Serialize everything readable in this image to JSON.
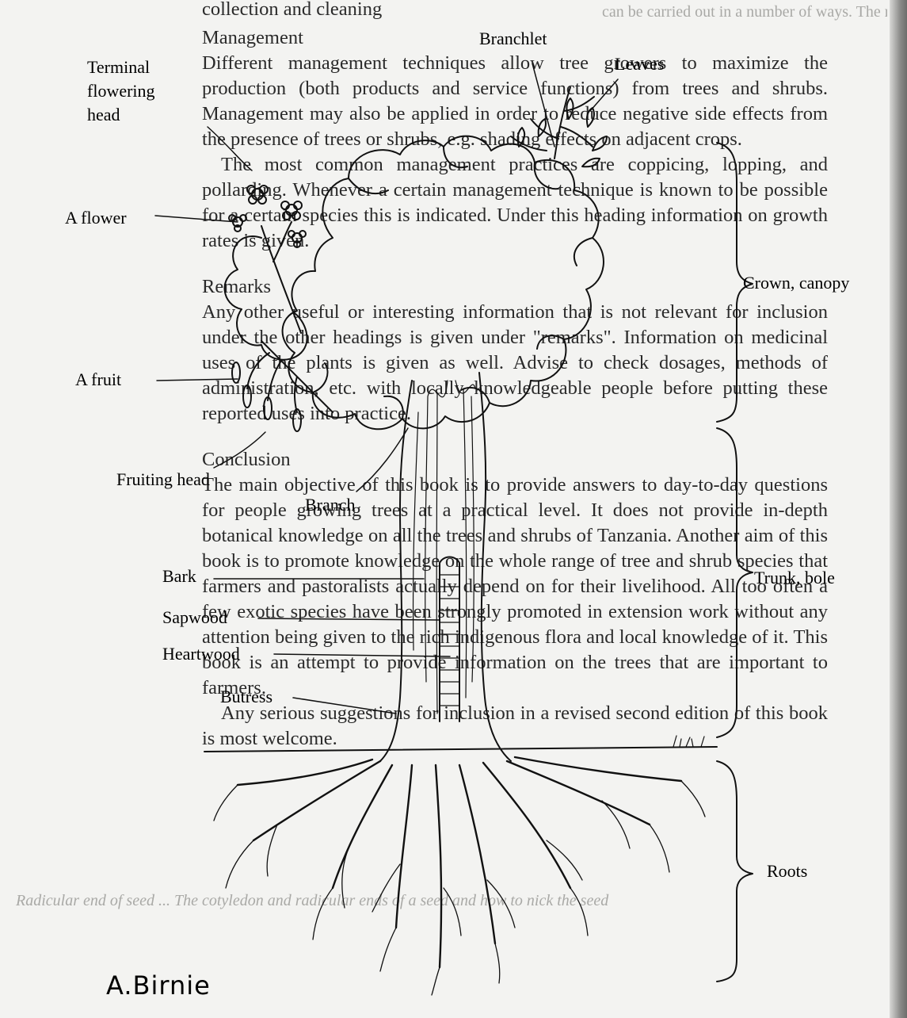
{
  "diagram": {
    "labels": {
      "terminal_flowering_head": "Terminal flowering head",
      "a_flower": "A flower",
      "a_fruit": "A fruit",
      "fruiting_head": "Fruiting head",
      "branchlet": "Branchlet",
      "leaves": "Leaves",
      "branch": "Branch",
      "bark": "Bark",
      "sapwood": "Sapwood",
      "heartwood": "Heartwood",
      "butress": "Butress",
      "crown": "Crown, canopy",
      "trunk": "Trunk, bole",
      "roots": "Roots"
    },
    "signature": "A.Birnie",
    "colors": {
      "ink": "#111111",
      "paper": "#f3f3f1",
      "bleed_text": "#a9a9a6"
    }
  },
  "page_text": {
    "top_fragment": "collection and cleaning",
    "management_heading": "Management",
    "management_p1": "Different management techniques allow tree growers to maximize the production (both products and service functions) from trees and shrubs. Management may also be applied in order to reduce negative side effects from the presence of trees or shrubs, e.g. shading effects on adjacent crops.",
    "management_p2": "The most common management practices are coppicing, lopping, and pollarding. Whenever a certain management technique is known to be possible for a certain species this is indicated. Under this heading information on growth rates is given.",
    "remarks_heading": "Remarks",
    "remarks_p": "Any other useful or interesting information that is not relevant for inclusion under the other headings is given under \"remarks\". Information on medicinal uses of the plants is given as well. Advise to check dosages, methods of administration, etc. with locally knowledgeable people before putting these reported uses into practice.",
    "conclusion_heading": "Conclusion",
    "conclusion_p": "The main objective of this book is to provide answers to day-to-day questions for people growing trees at a practical level. It does not provide in-depth botanical knowledge on all the trees and shrubs of Tanzania. Another aim of this book is to promote knowledge on the whole range of tree and shrub species that farmers and pastoralists actually depend on for their livelihood. All too often a few exotic species have been strongly promoted in extension work without any attention being given to the rich indigenous flora and local knowledge of it. This book is an attempt to provide information on the trees that are important to farmers.",
    "closing_p": "Any serious suggestions for inclusion in a revised second edition of this book is most welcome.",
    "bleed_upper": "can be carried out in a number of ways. The methods mentioned in this book are the simple ones that can be applied under field conditions without the use of sophisticated equipment or chemicals.",
    "bleed_lower": "Radicular end of seed ... The cotyledon and radicular ends of a seed and how to nick the seed"
  }
}
